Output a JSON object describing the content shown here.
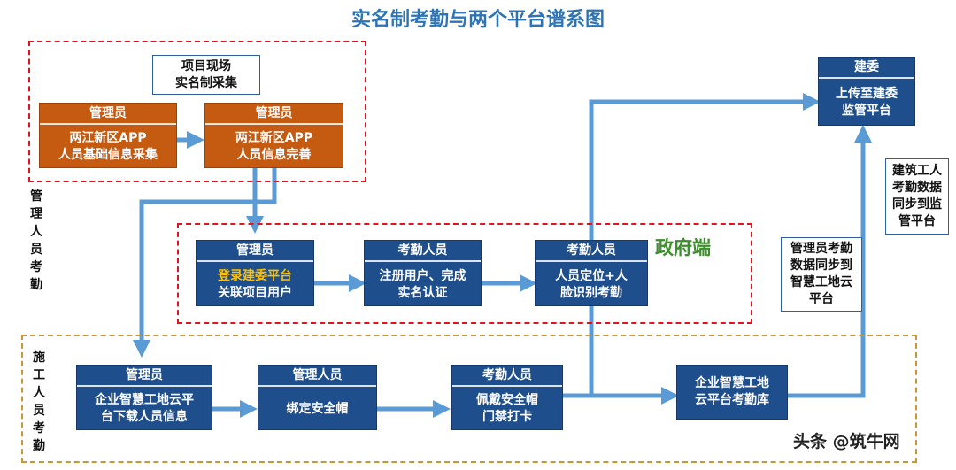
{
  "title": "实名制考勤与两个平台谱系图",
  "site_collect": {
    "line1": "项目现场",
    "line2": "实名制采集"
  },
  "mgr_app1": {
    "header": "管理员",
    "line1": "两江新区APP",
    "line2": "人员基础信息采集"
  },
  "mgr_app2": {
    "header": "管理员",
    "line1": "两江新区APP",
    "line2": "人员信息完善"
  },
  "left_label_top": [
    "管",
    "理",
    "人",
    "员",
    "考",
    "勤"
  ],
  "left_label_bottom": [
    "施",
    "工",
    "人",
    "员",
    "考",
    "勤"
  ],
  "gov_mgr": {
    "header": "管理员",
    "line1": "登录建委平台",
    "line2": "关联项目用户"
  },
  "gov_reg": {
    "header": "考勤人员",
    "line1": "注册用户、完成",
    "line2": "实名认证"
  },
  "gov_face": {
    "header": "考勤人员",
    "line1": "人员定位+人",
    "line2": "脸识别考勤"
  },
  "gov_label": "政府端",
  "jianwei": {
    "header": "建委",
    "line1": "上传至建委",
    "line2": "监管平台"
  },
  "note_workers": {
    "lines": [
      "建筑工人",
      "考勤数据",
      "同步到监",
      "管平台"
    ]
  },
  "note_mgr": {
    "lines": [
      "管理员考勤",
      "数据同步到",
      "智慧工地云",
      "平台"
    ]
  },
  "con_mgr": {
    "header": "管理员",
    "line1": "企业智慧工地云平",
    "line2": "台下载人员信息"
  },
  "con_bind": {
    "header": "管理人员",
    "line1": "绑定安全帽"
  },
  "con_wear": {
    "header": "考勤人员",
    "line1": "佩戴安全帽",
    "line2": "门禁打卡"
  },
  "con_cloud": {
    "line1": "企业智慧工地",
    "line2": "云平台考勤库"
  },
  "watermark": "头条 @筑牛网",
  "colors": {
    "box_blue": "#1f4e8c",
    "box_orange": "#c55a11",
    "arrow": "#5b9bd5",
    "red_dash": "#e0141e",
    "gold_dash": "#c9963a",
    "gov_green": "#3e8e2e",
    "highlight": "#ffc000"
  }
}
